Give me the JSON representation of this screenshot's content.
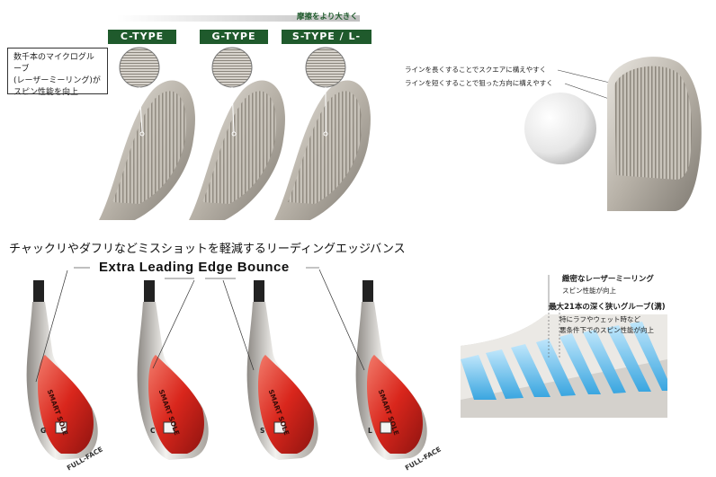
{
  "top_left": {
    "arrow_label": "摩擦をより大きく",
    "types": [
      "C-TYPE",
      "G-TYPE",
      "S-TYPE / L-TYPE"
    ],
    "note_lines": [
      "数千本のマイクログルーブ",
      "(レーザーミーリング)が",
      "スピン性能を向上"
    ]
  },
  "top_right": {
    "line1": "ラインを長くすることでスクエアに構えやすく",
    "line2": "ラインを短くすることで狙った方向に構えやすく"
  },
  "middle": {
    "headline": "チャックリやダフリなどミスショットを軽減するリーディングエッジバンス",
    "bounce_label": "Extra Leading Edge Bounce"
  },
  "clubs": [
    {
      "letter": "G",
      "sole": "SMART SOLE",
      "face": "FULL-FACE"
    },
    {
      "letter": "C",
      "sole": "SMART SOLE",
      "face": ""
    },
    {
      "letter": "S",
      "sole": "SMART SOLE",
      "face": ""
    },
    {
      "letter": "L",
      "sole": "SMART SOLE",
      "face": "FULL-FACE"
    }
  ],
  "groove_info": {
    "title1": "緻密なレーザーミーリング",
    "sub1": "スピン性能が向上",
    "title2": "最大21本の深く狭いグルーブ(溝)",
    "sub2a": "特にラフやウェット時など",
    "sub2b": "悪条件下でのスピン性能が向上"
  },
  "colors": {
    "tag_green": "#1f5a2c",
    "sole_red": "#d9261c",
    "groove_blue": "#3aa6e0"
  }
}
